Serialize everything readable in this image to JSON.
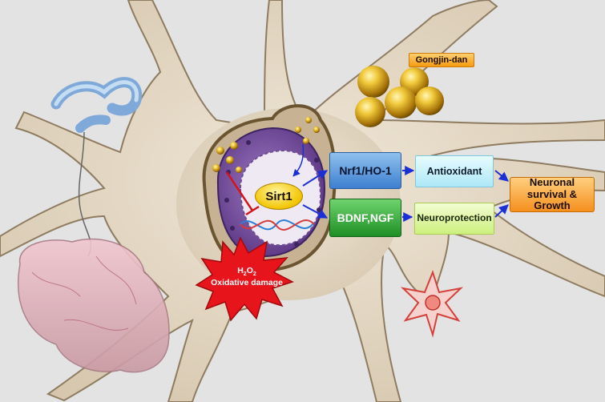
{
  "gongjin_label": "Gongjin-dan",
  "sirt1": "Sirt1",
  "nrf1": "Nrf1/HO-1",
  "bdnf": "BDNF,NGF",
  "antioxidant": "Antioxidant",
  "neuroprotection": "Neuroprotection",
  "outcome": {
    "line1": "Neuronal",
    "line2": "survival & Growth"
  },
  "damage": {
    "h2o2_h": "H",
    "h2o2_2a": "2",
    "h2o2_o": "O",
    "h2o2_2b": "2",
    "line2": "Oxidative damage"
  },
  "colors": {
    "arrow_blue": "#1a2fd6",
    "inhibit_red": "#d4141c",
    "cell": "#e8dccb",
    "nucleus": "#7b4fa0"
  },
  "icons": [
    "neuron",
    "gold-pill",
    "brain",
    "blood-vessel",
    "dna-helix",
    "explosion"
  ]
}
